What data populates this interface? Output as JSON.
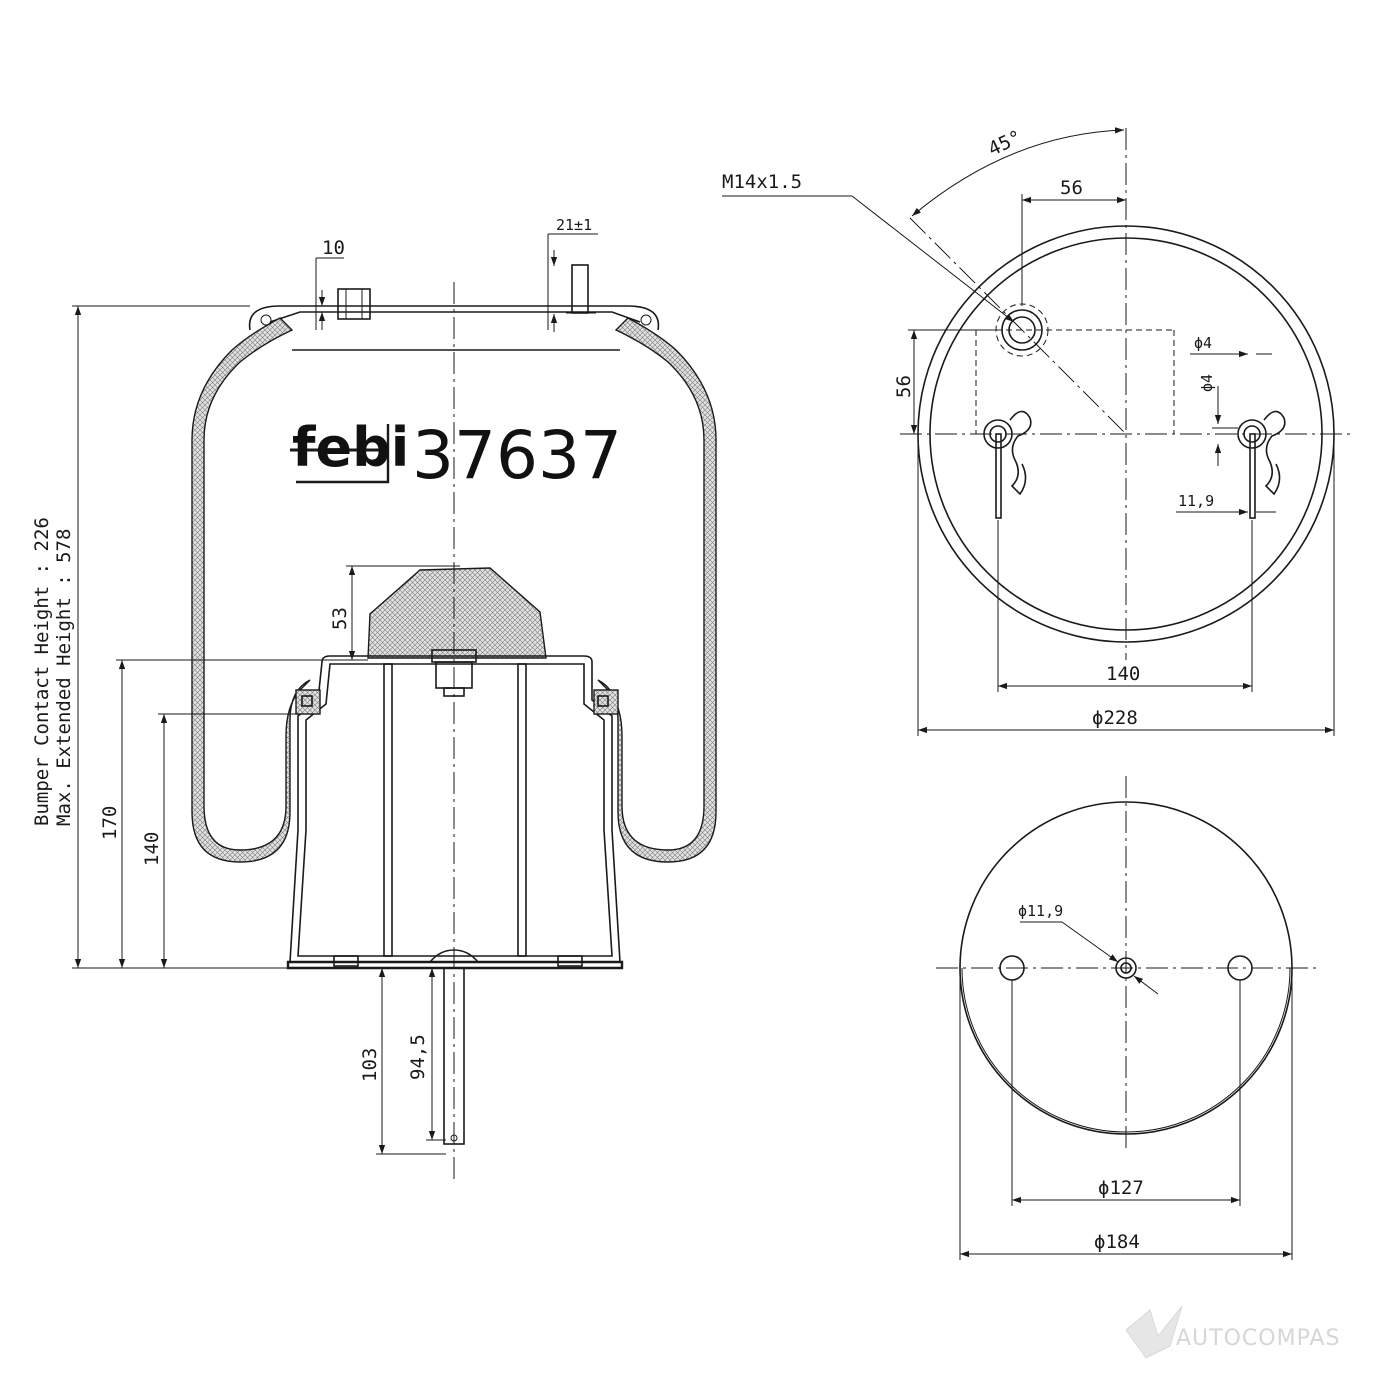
{
  "brand": {
    "logo_text": "febi",
    "part_number": "37637"
  },
  "side_view": {
    "side_labels": {
      "bumper": "Bumper Contact Height : 226",
      "extended": "Max. Extended Height : 578"
    },
    "dims": {
      "d10": "10",
      "d21": "21±1",
      "d53": "53",
      "d170": "170",
      "d140": "140",
      "d103": "103",
      "d94_5": "94,5"
    }
  },
  "top_view": {
    "dims": {
      "m14": "M14x1.5",
      "angle": "45°",
      "d56_h": "56",
      "d56_v": "56",
      "phi4_a": "ϕ4",
      "phi4_b": "ϕ4",
      "d11_9": "11,9",
      "d140": "140",
      "phi228": "ϕ228"
    }
  },
  "bottom_view": {
    "dims": {
      "phi11_9": "ϕ11,9",
      "phi127": "ϕ127",
      "phi184": "ϕ184"
    }
  },
  "watermark": {
    "text": "AUTOCOMPAS"
  }
}
